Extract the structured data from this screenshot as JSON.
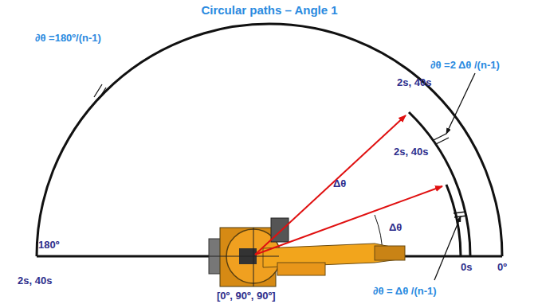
{
  "diagram": {
    "title": "Circular paths – Angle 1",
    "labels": [
      "∂θ =180º/(n-1)",
      "∂θ =2 Δθ /(n-1)",
      "2s, 40s",
      "2s, 40s",
      "Δθ",
      "Δθ",
      "180º",
      "2s, 40s",
      "0s",
      "0º",
      "∂θ = Δθ /(n-1)",
      "[0º, 90º, 90º]"
    ]
  }
}
